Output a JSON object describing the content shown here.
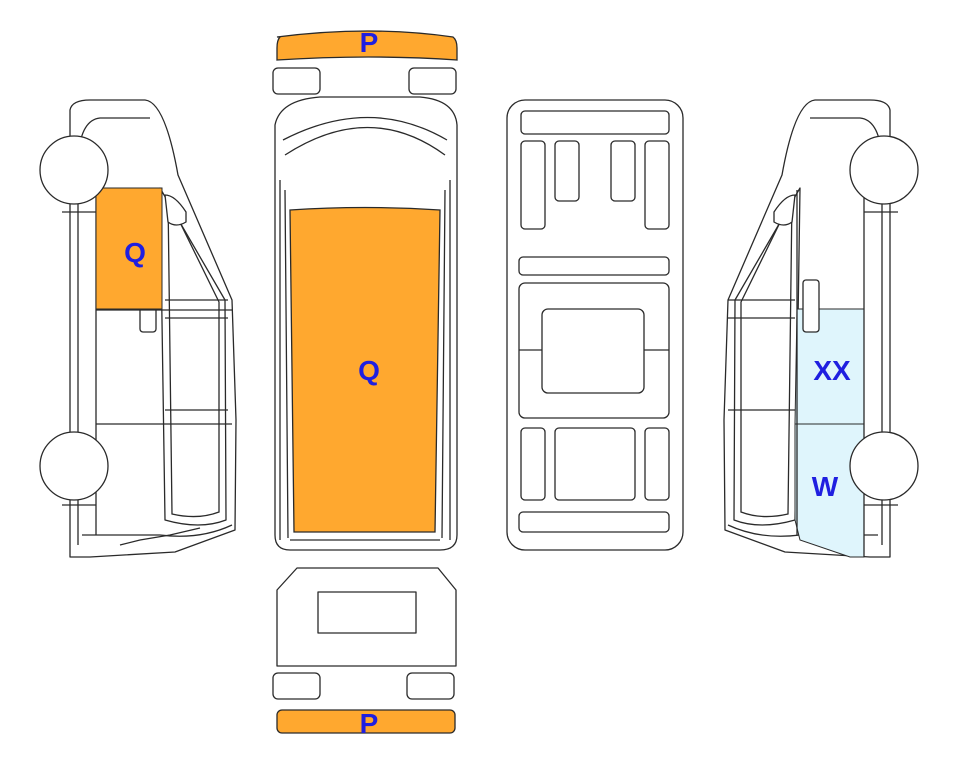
{
  "colors": {
    "damage_orange": "#FFA82F",
    "damage_light_blue": "#DFF5FC",
    "label_blue": "#1F1FE0",
    "outline": "#2A2A2A"
  },
  "labels": {
    "front_bumper": "P",
    "rear_bumper": "P",
    "left_front_door": "Q",
    "roof": "Q",
    "right_middle_panel": "XX",
    "right_rear_panel": "W"
  }
}
